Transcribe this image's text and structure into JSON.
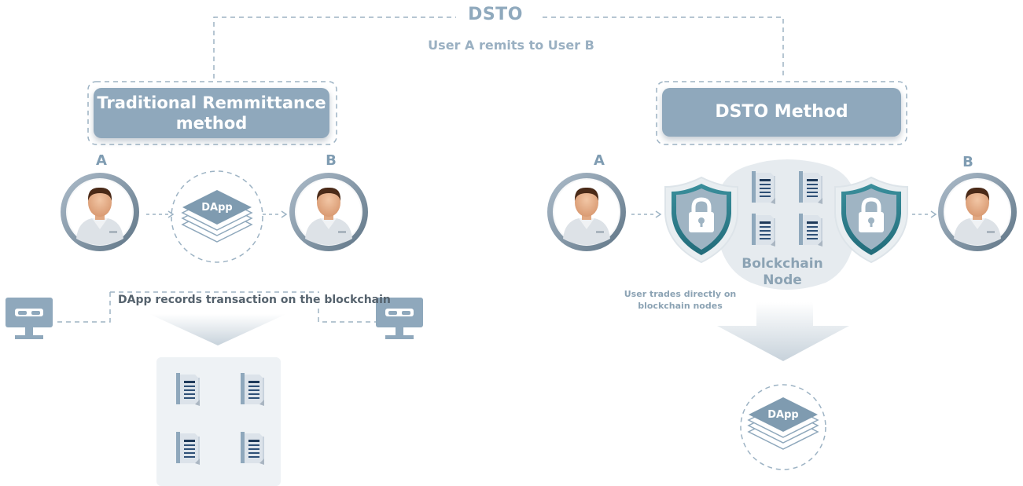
{
  "header": {
    "title": "DSTO",
    "subtitle": "User A remits to User B"
  },
  "left": {
    "method_title": "Traditional Remmittance method",
    "user_a": "A",
    "user_b": "B",
    "dapp": "DApp",
    "record_caption": "DApp records transaction on the blockchain"
  },
  "right": {
    "method_title": "DSTO Method",
    "user_a": "A",
    "user_b": "B",
    "node_caption": "Bolckchain Node",
    "trade_caption": "User trades directly on blockchain nodes",
    "dapp": "DApp"
  },
  "colors": {
    "accent": "#8fa8bc",
    "teal": "#2a7d8c",
    "dashed": "#9db3c4",
    "ring": "#8b9eaf",
    "node_bg": "#e6ebef",
    "doc_dark": "#1f3a5a"
  },
  "icons": [
    "user-avatar-icon",
    "dapp-stack-icon",
    "monitor-icon",
    "document-icon",
    "lock-shield-icon",
    "arrow-down-icon"
  ]
}
